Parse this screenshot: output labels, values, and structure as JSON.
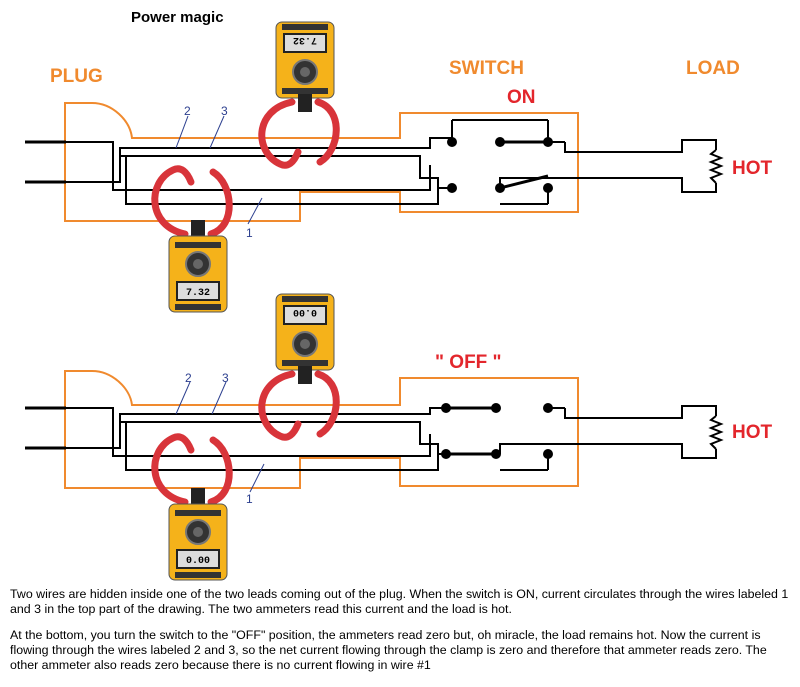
{
  "title": "Power magic",
  "labels": {
    "plug": "PLUG",
    "switch": "SWITCH",
    "load": "LOAD",
    "on": "ON",
    "off": "\" OFF \"",
    "hot_top": "HOT",
    "hot_bottom": "HOT",
    "wire_top_2": "2",
    "wire_top_3": "3",
    "wire_top_1": "1",
    "wire_bottom_2": "2",
    "wire_bottom_3": "3",
    "wire_bottom_1": "1"
  },
  "meters": {
    "top_upper_reading": "7.32",
    "top_lower_reading": "7.32",
    "bottom_upper_reading": "0.00",
    "bottom_lower_reading": "0.00"
  },
  "caption": {
    "paragraph1": "Two wires are hidden inside one of the two leads coming out of the plug. When the switch is ON, current circulates through the wires labeled 1 and 3 in the top part of the drawing. The two ammeters read this current and the load is hot.",
    "paragraph2": "At the bottom, you turn the switch to the \"OFF\" position, the ammeters read zero but, oh miracle, the load remains hot. Now the current is flowing through the wires labeled 2 and 3, so the net current flowing through the clamp is zero and therefore that ammeter reads zero. The other ammeter also reads zero because there is no current flowing in wire #1"
  },
  "colors": {
    "outline_orange": "#f08a2e",
    "label_red": "#e3262c",
    "wire_label_blue": "#2c3f8f",
    "meter_yellow": "#f5b21a",
    "meter_clamp_red": "#d8343a"
  }
}
